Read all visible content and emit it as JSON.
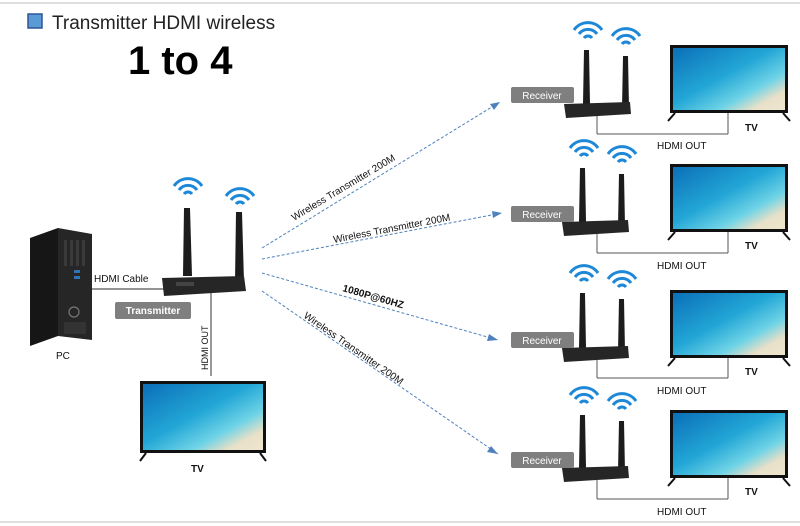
{
  "header": {
    "title": "Transmitter HDMI wireless",
    "ratio": "1 to 4"
  },
  "source": {
    "pc_label": "PC",
    "cable_label": "HDMI Cable",
    "transmitter_label": "Transmitter",
    "hdmi_out_label": "HDMI OUT",
    "local_tv_label": "TV"
  },
  "links": [
    {
      "label": "Wireless Transmitter 200M"
    },
    {
      "label": "Wireless Transmitter 200M"
    },
    {
      "label": "1080P@60HZ"
    },
    {
      "label": "Wireless Transmitter 200M"
    }
  ],
  "receivers": [
    {
      "label": "Receiver",
      "tv_label": "TV",
      "hdmi_out_label": "HDMI OUT"
    },
    {
      "label": "Receiver",
      "tv_label": "TV",
      "hdmi_out_label": "HDMI OUT"
    },
    {
      "label": "Receiver",
      "tv_label": "TV",
      "hdmi_out_label": "HDMI OUT"
    },
    {
      "label": "Receiver",
      "tv_label": "TV",
      "hdmi_out_label": "HDMI OUT"
    }
  ],
  "colors": {
    "accent_blue": "#2f75b5",
    "wifi_blue": "#1e88d8",
    "label_gray": "#7f7f7f",
    "link_line": "#4f81bd",
    "device_dark": "#222222"
  }
}
